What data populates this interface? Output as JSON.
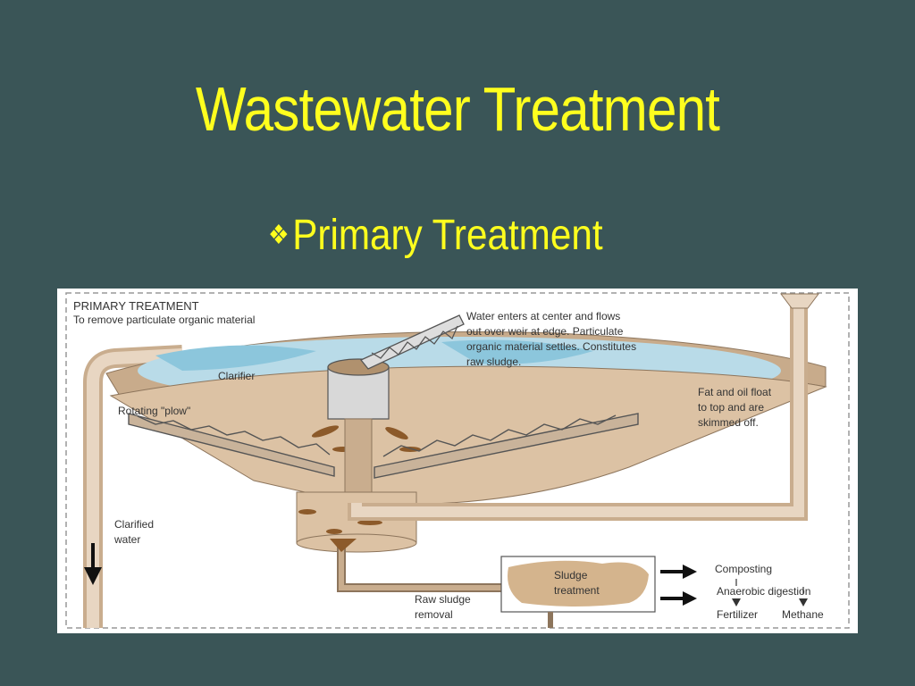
{
  "slide": {
    "title": "Wastewater Treatment",
    "bullet_glyph": "❖",
    "bullet_text": "Primary Treatment"
  },
  "diagram": {
    "header_line1": "PRIMARY TREATMENT",
    "header_line2": "To remove particulate organic material",
    "clarifier": "Clarifier",
    "plow": "Rotating \"plow\"",
    "water_note": [
      "Water enters at center and flows",
      "out over weir at edge.  Particulate",
      "organic material settles.  Constitutes",
      "raw sludge."
    ],
    "fat_note": [
      "Fat and oil float",
      "to top and are",
      "skimmed off."
    ],
    "clarified": [
      "Clarified",
      "water"
    ],
    "sludge_treatment": [
      "Sludge",
      "treatment"
    ],
    "raw_sludge": [
      "Raw sludge",
      "removal"
    ],
    "composting": "Composting",
    "anaerobic": "Anaerobic digestion",
    "fertilizer": "Fertilizer",
    "methane": "Methane"
  },
  "colors": {
    "background": "#3a5557",
    "title": "#ffff1e",
    "tank": "#dcc2a4",
    "water": "#a9d4e4",
    "sludge": "#8c5a2a"
  }
}
